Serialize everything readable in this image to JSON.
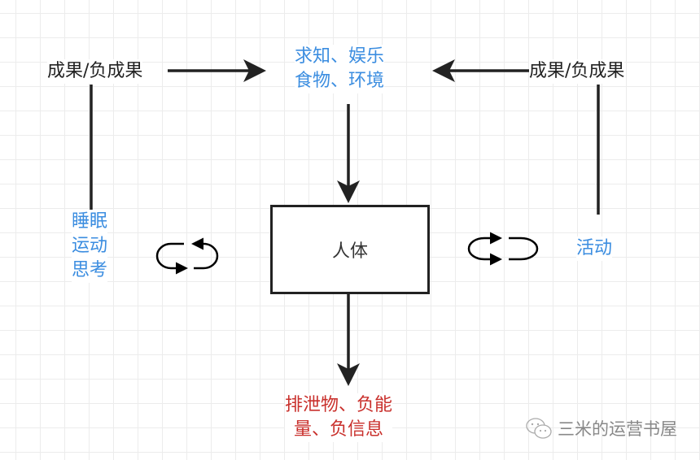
{
  "top_left": "成果/负成果",
  "top_right": "成果/负成果",
  "needs": [
    "求知、娱乐",
    "食物、环境"
  ],
  "left_activities": [
    "睡眠",
    "运动",
    "思考"
  ],
  "right_activity": "活动",
  "center": "人体",
  "outputs": [
    "排泄物、负能",
    "量、负信息"
  ],
  "watermark": "三米的运营书屋",
  "colors": {
    "dark": "#222222",
    "blue": "#3b8de0",
    "red": "#c9302c"
  }
}
